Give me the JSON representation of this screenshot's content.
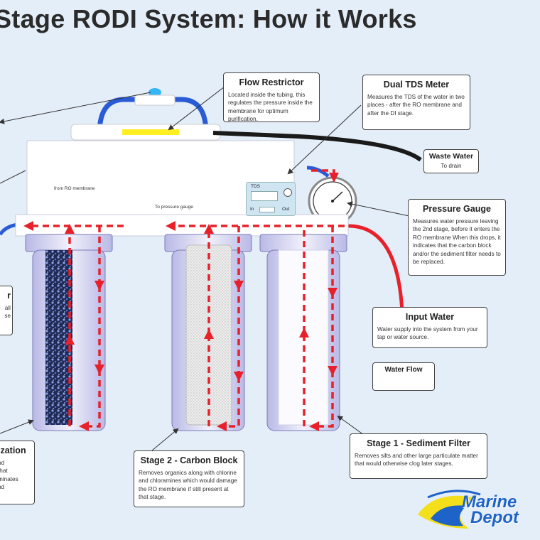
{
  "title": "Stage RODI System: How it Works",
  "housing_labels": {
    "from_ro": "from RO membrane",
    "to_gauge": "To pressure gauge"
  },
  "tds_panel": {
    "label": "TDS",
    "in": "In",
    "out": "Out"
  },
  "callouts": {
    "flow_restrictor": {
      "title": "Flow Restrictor",
      "text": "Located inside the tubing, this regulates the pressure inside the membrane for optimum purification."
    },
    "dual_tds": {
      "title": "Dual TDS Meter",
      "text": "Measures the TDS of the water in two places - after the RO membrane and after the DI stage."
    },
    "waste_water": {
      "title": "Waste Water",
      "text": "To drain"
    },
    "pressure_gauge": {
      "title": "Pressure Gauge",
      "text": "Measures water pressure leaving the 2nd stage, before it enters the RO membrane When this drops, it indicates that the carbon block and/or the sediment filter needs to be replaced."
    },
    "input_water": {
      "title": "Input Water",
      "text": "Water supply into the system from your tap or water source."
    },
    "water_flow": {
      "title": "Water Flow"
    },
    "stage1": {
      "title": "Stage 1 - Sediment Filter",
      "text": "Removes silts and other large particulate matter that would otherwise clog later stages."
    },
    "stage2": {
      "title": "Stage 2 - Carbon Block",
      "text": "Removes organics along with chlorine and chloramines which would damage the RO membrane if still present at that stage."
    },
    "left_partial": {
      "title": "r",
      "l1": "all",
      "l2": "se"
    },
    "stage3_partial": {
      "title": "ization",
      "l1": "nd",
      "l2": "that",
      "l3": "minates",
      "l4": "nd"
    }
  },
  "logo": {
    "line1": "Marine",
    "line2": "Depot"
  },
  "colors": {
    "background": "#e4eef8",
    "flow_arrow": "#e8202a",
    "housing": "#dcdcf2",
    "tube_blue": "#2a5bd7",
    "logo_blue": "#1e63c8",
    "logo_yellow": "#f4e01a"
  }
}
